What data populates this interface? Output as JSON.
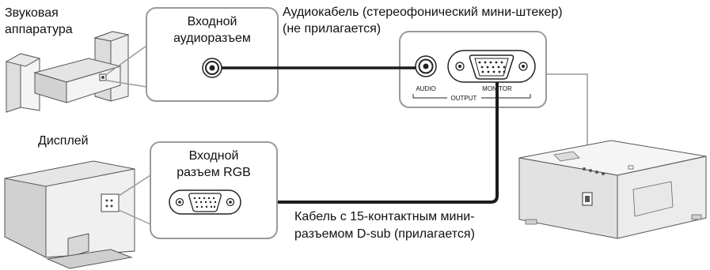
{
  "labels": {
    "audio_equipment_line1": "Звуковая",
    "audio_equipment_line2": "аппаратура",
    "display": "Дисплей",
    "audio_input_line1": "Входной",
    "audio_input_line2": "аудиоразъем",
    "rgb_input_line1": "Входной",
    "rgb_input_line2": "разъем RGB",
    "audio_cable_line1": "Аудиокабель (стереофонический мини-штекер)",
    "audio_cable_line2": "(не прилагается)",
    "dsub_cable_line1": "Кабель с 15-контактным мини-",
    "dsub_cable_line2": "разъемом D-sub (прилагается)",
    "port_audio": "AUDIO",
    "port_monitor": "MONITOR",
    "port_output": "OUTPUT"
  },
  "colors": {
    "outline": "#9a9a9a",
    "cable": "#1c1c1c",
    "device_fill": "#f2f2f2",
    "device_stroke": "#5a5a5a"
  }
}
